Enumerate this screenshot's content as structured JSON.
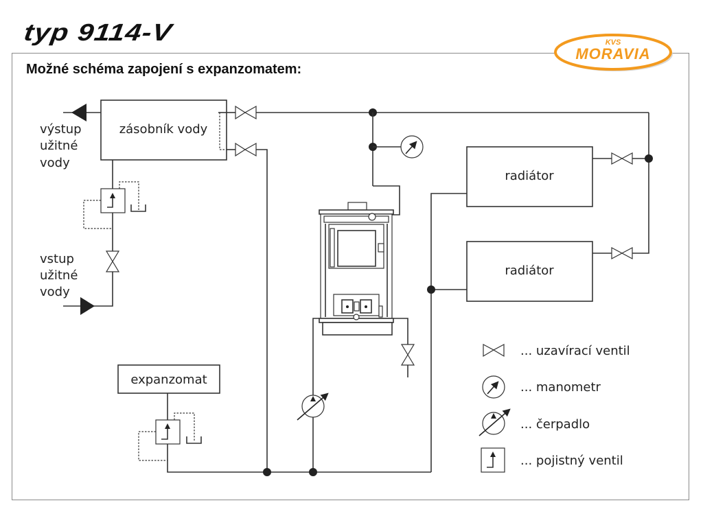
{
  "header": {
    "title": "typ 9114-V",
    "subtitle": "Možné schéma zapojení s expanzomatem:"
  },
  "logo": {
    "top_text": "KVS",
    "main_text": "MORAVIA",
    "color": "#f39a1e"
  },
  "diagram": {
    "tank_label": "zásobník vody",
    "outlet_label": [
      "výstup",
      "užitné",
      "vody"
    ],
    "inlet_label": [
      "vstup",
      "užitné",
      "vody"
    ],
    "radiator_labels": [
      "radiátor",
      "radiátor"
    ],
    "expansion_label": "expanzomat"
  },
  "legend": {
    "items": [
      {
        "icon": "shutoff-valve-icon",
        "label": "... uzavírací ventil"
      },
      {
        "icon": "manometer-icon",
        "label": "... manometr"
      },
      {
        "icon": "pump-icon",
        "label": "... čerpadlo"
      },
      {
        "icon": "safety-valve-icon",
        "label": "... pojistný ventil"
      }
    ]
  }
}
